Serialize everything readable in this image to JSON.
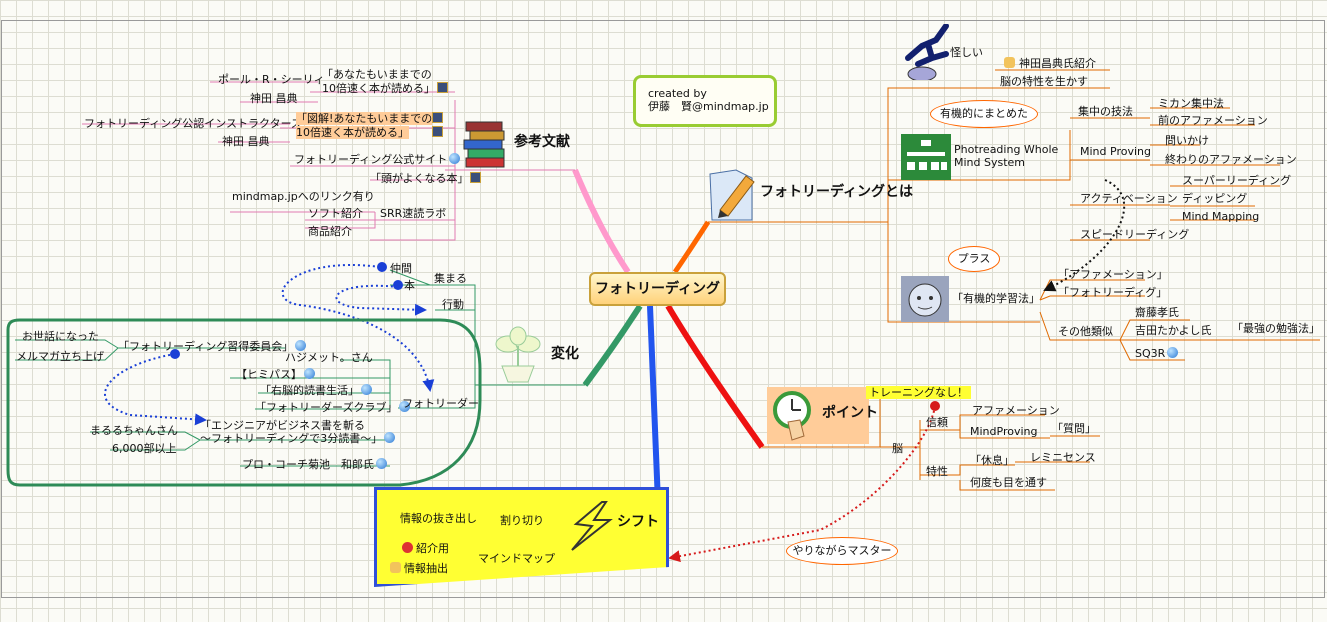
{
  "central": "フォトリーディング",
  "created": {
    "line1": "created by",
    "line2": "伊藤　賢@mindmap.jp"
  },
  "refs": {
    "title": "参考文献",
    "items": [
      "ポール・R・シーリィ",
      "「あなたもいままでの",
      "10倍速く本が読める」",
      "神田 昌典",
      "フォトリーディング公認インストラクターズ",
      "「図解!あなたもいままでの",
      "10倍速く本が読める」",
      "神田 昌典",
      "フォトリーディング公式サイト",
      "「頭がよくなる本」",
      "mindmap.jpへのリンク有り",
      "ソフト紹介",
      "SRR速読ラボ",
      "商品紹介"
    ]
  },
  "henka": {
    "title": "変化",
    "items": [
      "仲間",
      "本",
      "集まる",
      "行動",
      "お世話になった",
      "「フォトリーディング習得委員会」",
      "メルマガ立ち上げ",
      "ハジメット。さん",
      "【ヒミパス】",
      "「右脳的読書生活」",
      "「フォトリーダーズクラブ」",
      "フォトリーダー",
      "まるるちゃんさん",
      "「エンジニアがビジネス書を斬る",
      "～フォトリーディングで3分読書～」",
      "6,000部以上",
      "プロ・コーチ菊池　和郎氏"
    ]
  },
  "shift": {
    "title": "シフト",
    "items": [
      "情報の抜き出し",
      "割り切り",
      "紹介用",
      "マインドマップ",
      "情報抽出"
    ]
  },
  "about": {
    "title": "フォトリーディングとは",
    "items": [
      "怪しい",
      "神田昌典氏紹介",
      "脳の特性を生かす",
      "有機的にまとめた",
      "集中の技法",
      "ミカン集中法",
      "前のアファメーション",
      "Photreading Whole",
      "Mind System",
      "Mind Proving",
      "問いかけ",
      "終わりのアファメーション",
      "スーパーリーディング",
      "アクティベーション",
      "ディッピング",
      "Mind Mapping",
      "スピードリーディング",
      "プラス",
      "「アファメーション」",
      "「フォトリーディグ」",
      "「有機的学習法」",
      "齋藤孝氏",
      "吉田たかよし氏",
      "「最強の勉強法」",
      "その他類似",
      "SQ3R"
    ]
  },
  "point": {
    "title": "ポイント",
    "items": [
      "トレーニングなし！",
      "アファメーション",
      "信頼",
      "MindProving",
      "「質問」",
      "脳",
      "「休息」",
      "レミニセンス",
      "特性",
      "何度も目を通す",
      "やりながらマスター"
    ]
  }
}
